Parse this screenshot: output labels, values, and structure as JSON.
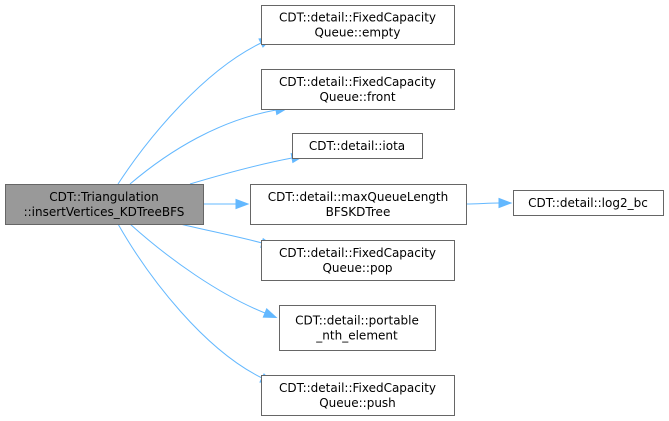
{
  "graph": {
    "colors": {
      "edge": "#63b8ff",
      "root_fill": "#999999",
      "node_fill": "#ffffff",
      "border": "#666666"
    },
    "root": {
      "id": "root",
      "lines": [
        "CDT::Triangulation",
        "::insertVertices_KDTreeBFS"
      ]
    },
    "nodes": [
      {
        "id": "fcq-empty",
        "lines": [
          "CDT::detail::FixedCapacity",
          "Queue::empty"
        ]
      },
      {
        "id": "fcq-front",
        "lines": [
          "CDT::detail::FixedCapacity",
          "Queue::front"
        ]
      },
      {
        "id": "iota",
        "lines": [
          "CDT::detail::iota"
        ]
      },
      {
        "id": "max-queue-length",
        "lines": [
          "CDT::detail::maxQueueLength",
          "BFSKDTree"
        ]
      },
      {
        "id": "log2-bc",
        "lines": [
          "CDT::detail::log2_bc"
        ]
      },
      {
        "id": "fcq-pop",
        "lines": [
          "CDT::detail::FixedCapacity",
          "Queue::pop"
        ]
      },
      {
        "id": "portable-nth-element",
        "lines": [
          "CDT::detail::portable",
          "_nth_element"
        ]
      },
      {
        "id": "fcq-push",
        "lines": [
          "CDT::detail::FixedCapacity",
          "Queue::push"
        ]
      }
    ],
    "edges": [
      {
        "from": "root",
        "to": "fcq-empty"
      },
      {
        "from": "root",
        "to": "fcq-front"
      },
      {
        "from": "root",
        "to": "iota"
      },
      {
        "from": "root",
        "to": "max-queue-length"
      },
      {
        "from": "root",
        "to": "fcq-pop"
      },
      {
        "from": "root",
        "to": "portable-nth-element"
      },
      {
        "from": "root",
        "to": "fcq-push"
      },
      {
        "from": "max-queue-length",
        "to": "log2-bc"
      }
    ]
  }
}
